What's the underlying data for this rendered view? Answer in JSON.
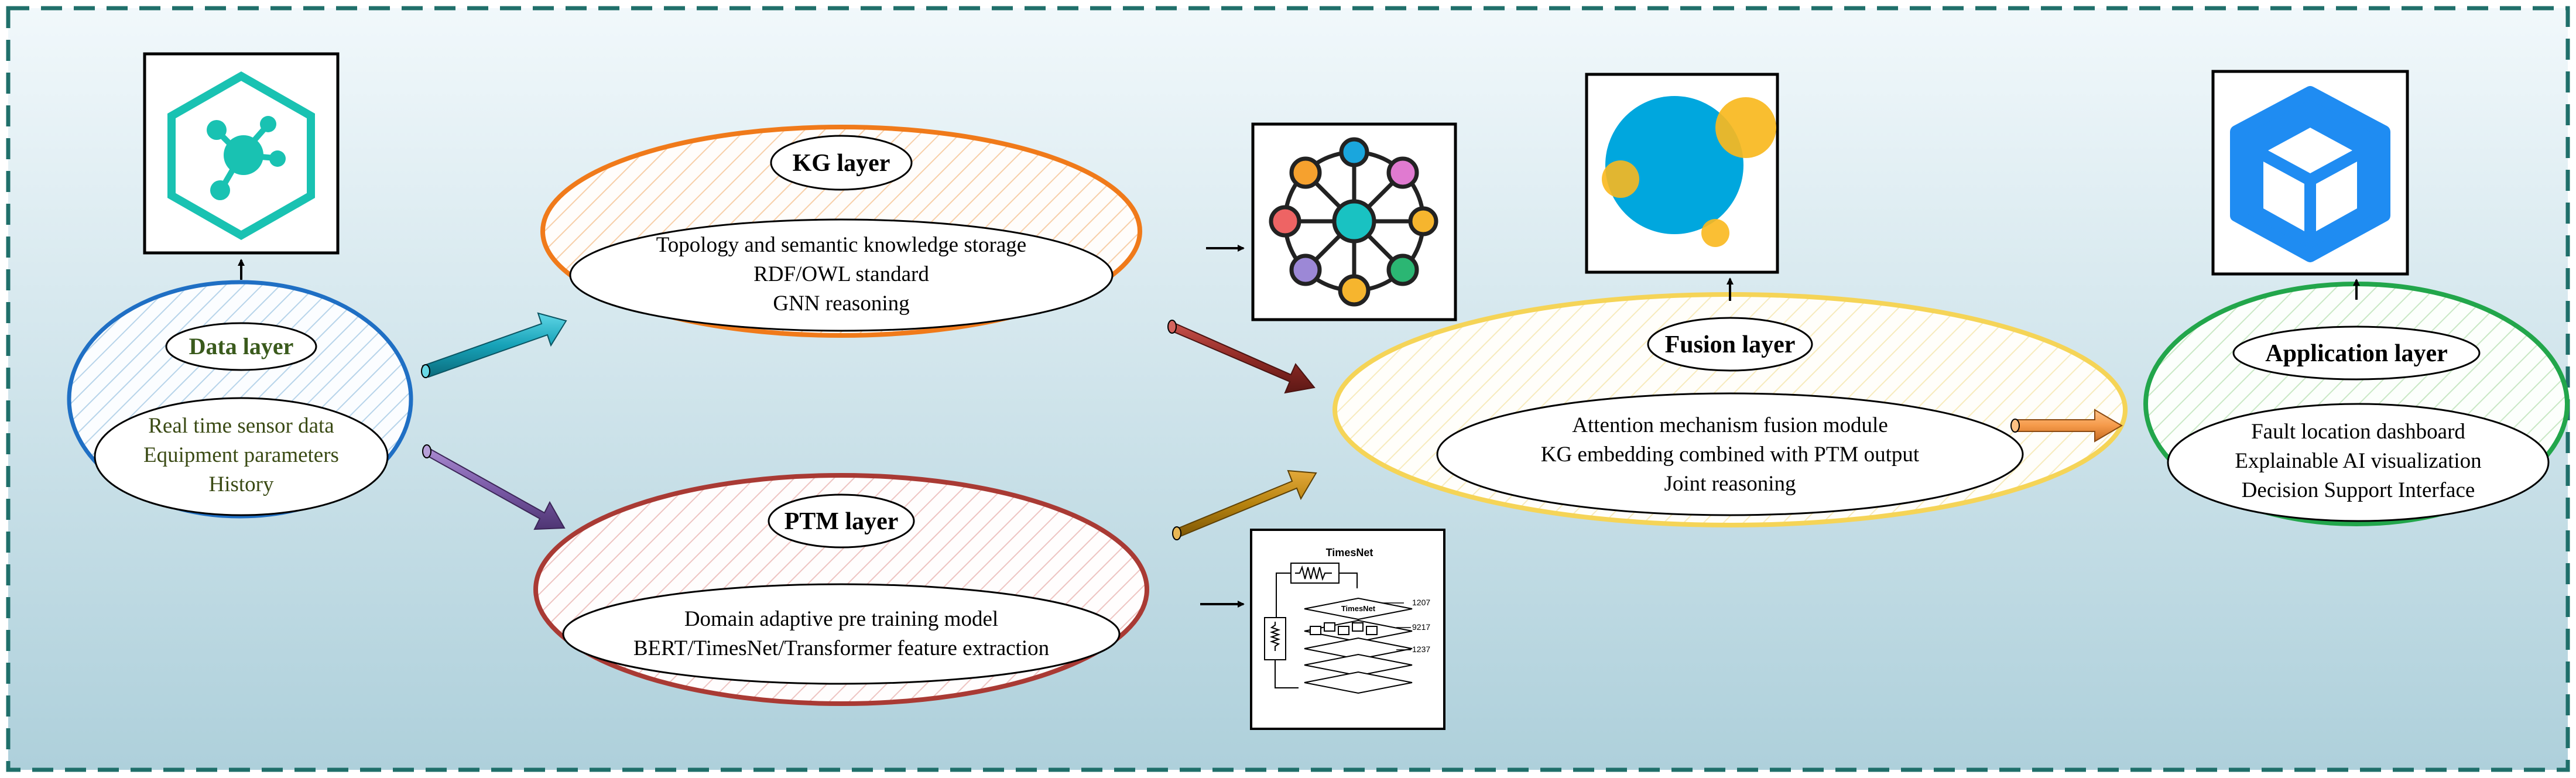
{
  "layers": {
    "data": {
      "title": "Data layer",
      "items": [
        "Real time sensor data",
        "Equipment parameters",
        "History"
      ]
    },
    "kg": {
      "title": "KG layer",
      "items": [
        "Topology and semantic knowledge storage",
        "RDF/OWL standard",
        "GNN reasoning"
      ]
    },
    "ptm": {
      "title": "PTM layer",
      "items": [
        "Domain adaptive pre training model",
        "BERT/TimesNet/Transformer feature extraction"
      ]
    },
    "fusion": {
      "title": "Fusion layer",
      "items": [
        "Attention mechanism fusion module",
        "KG embedding combined with PTM output",
        "Joint reasoning"
      ]
    },
    "app": {
      "title": "Application layer",
      "items": [
        "Fault location dashboard",
        "Explainable AI visualization",
        "Decision Support Interface"
      ]
    }
  },
  "timesnet_figure": {
    "title": "TimesNet",
    "inner_label": "TimesNet",
    "numbers": [
      "1207",
      "9217",
      "1237"
    ]
  },
  "icons": {
    "data": "hexagon-network-icon",
    "kg": "knowledge-graph-icon",
    "fusion": "overlapping-circles-icon",
    "app": "cube-icon"
  },
  "colors": {
    "border": "#1f6f6a",
    "data": "#1f6fc4",
    "kg": "#f07a1a",
    "ptm": "#a93a34",
    "fusion": "#f5d457",
    "app": "#22a64b",
    "data_title": "#3a5a1c",
    "data_items": "#3a4a14"
  }
}
